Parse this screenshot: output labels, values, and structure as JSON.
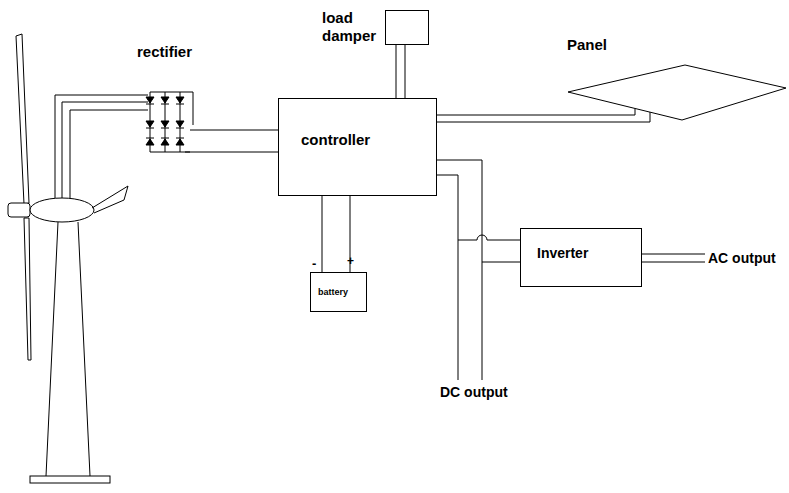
{
  "diagram": {
    "nodes": [
      {
        "text": [
          "rectifier"
        ]
      },
      {
        "text": [
          "load damper"
        ]
      },
      {
        "text": [
          "Panel"
        ]
      },
      {
        "text": [
          "controller"
        ]
      },
      {
        "text": [
          "battery"
        ]
      },
      {
        "text": [
          "Inverter"
        ]
      }
    ],
    "edges": [
      {
        "from": 0,
        "to": 3,
        "arrow": "none"
      },
      {
        "from": 1,
        "to": 3,
        "arrow": "none"
      },
      {
        "from": 3,
        "to": 2,
        "arrow": "none"
      },
      {
        "from": 3,
        "to": 4,
        "arrow": "none"
      },
      {
        "from": 3,
        "to": 5,
        "arrow": "none"
      }
    ],
    "labels": [
      "-",
      "+",
      "DC output",
      "AC output"
    ]
  }
}
